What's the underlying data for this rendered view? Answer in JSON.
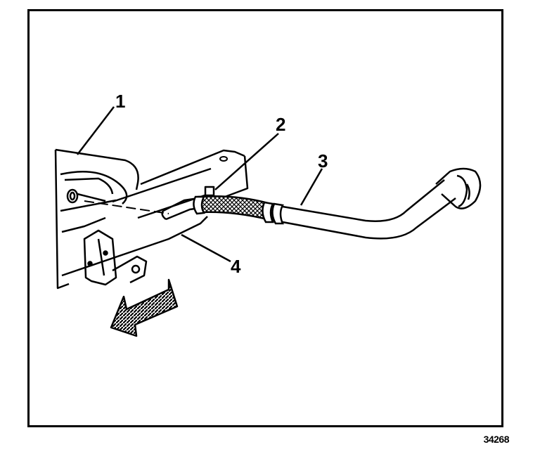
{
  "callouts": {
    "c1": "1",
    "c2": "2",
    "c3": "3",
    "c4": "4"
  },
  "figure_id": "34268",
  "colors": {
    "ink": "#000000",
    "paper": "#ffffff"
  }
}
